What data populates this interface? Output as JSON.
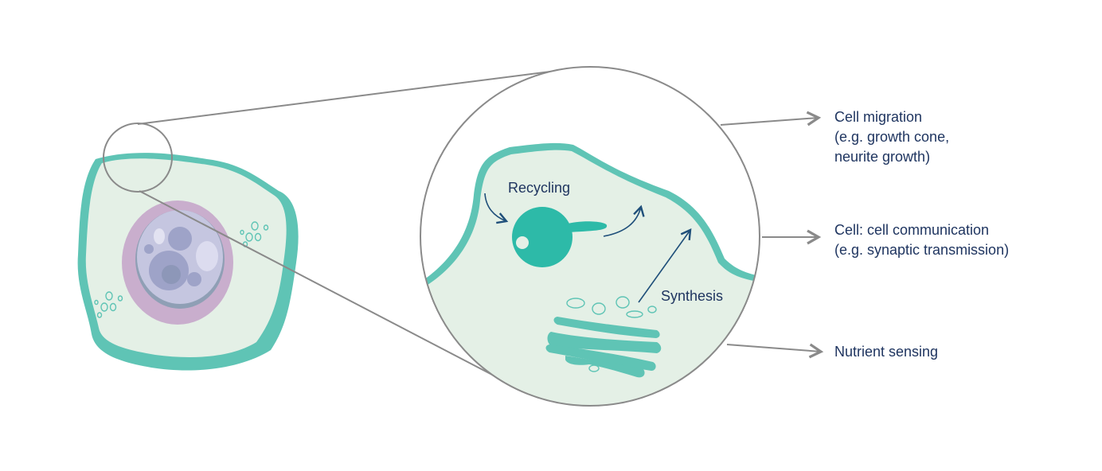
{
  "diagram": {
    "inner_labels": {
      "recycling": "Recycling",
      "synthesis": "Synthesis"
    },
    "outcomes": [
      {
        "lines": [
          "Cell migration",
          "(e.g. growth cone,",
          "neurite growth)"
        ]
      },
      {
        "lines": [
          "Cell: cell communication",
          "(e.g. synaptic transmission)"
        ]
      },
      {
        "lines": [
          "Nutrient sensing"
        ]
      }
    ],
    "colors": {
      "membrane": "#5fc4b5",
      "cytoplasm": "#e4f0e6",
      "text": "#1f3560",
      "nucleus": "#c9aecd",
      "line": "#8a8a8a"
    }
  }
}
